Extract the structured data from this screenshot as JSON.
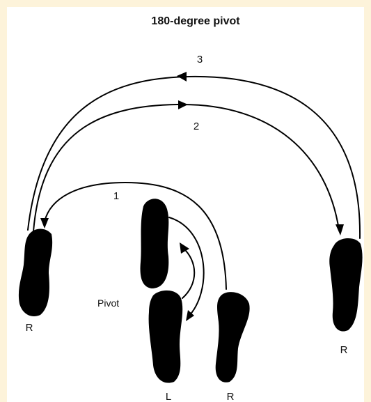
{
  "title": "180-degree pivot",
  "step_labels": [
    "1",
    "2",
    "3"
  ],
  "pivot_label": "Pivot",
  "foot_labels": {
    "start_right": "R",
    "left": "L",
    "pivot_right": "R",
    "far_right": "R"
  },
  "colors": {
    "background": "#fdf3da",
    "ink": "#000000"
  }
}
